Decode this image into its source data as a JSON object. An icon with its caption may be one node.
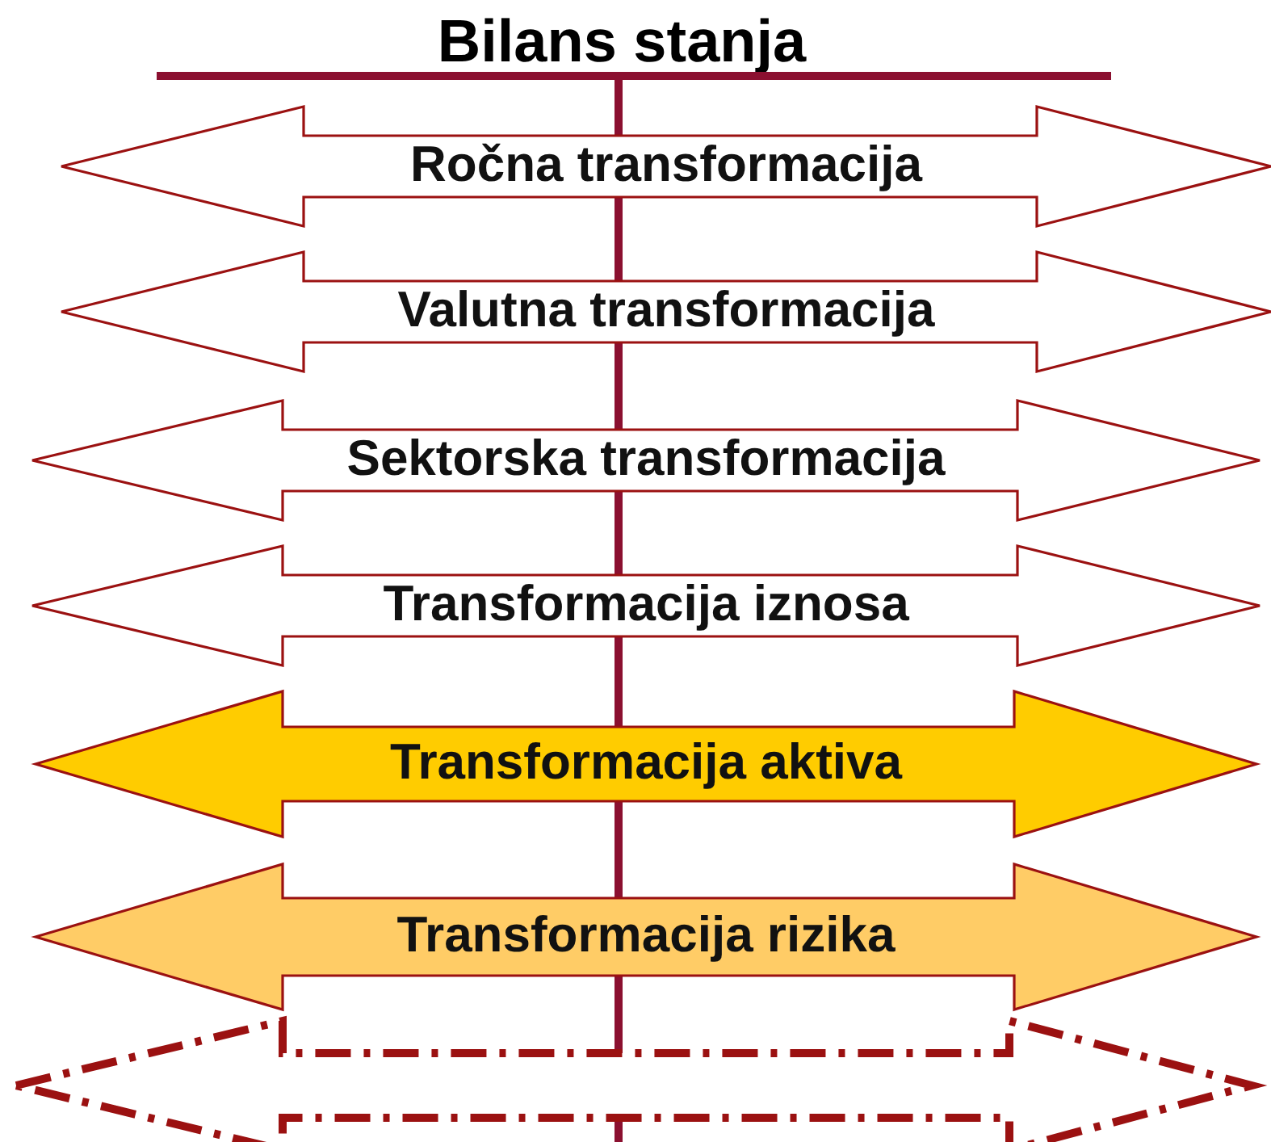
{
  "diagram": {
    "title": "Bilans stanja",
    "nodes": [
      {
        "text": [
          "Ročna transformacija"
        ]
      },
      {
        "text": [
          "Valutna transformacija"
        ]
      },
      {
        "text": [
          "Sektorska transformacija"
        ]
      },
      {
        "text": [
          "Transformacija iznosa"
        ]
      },
      {
        "text": [
          "Transformacija aktiva"
        ]
      },
      {
        "text": [
          "Transformacija rizika"
        ]
      },
      {
        "text": [],
        "shape": "arrow"
      }
    ]
  }
}
